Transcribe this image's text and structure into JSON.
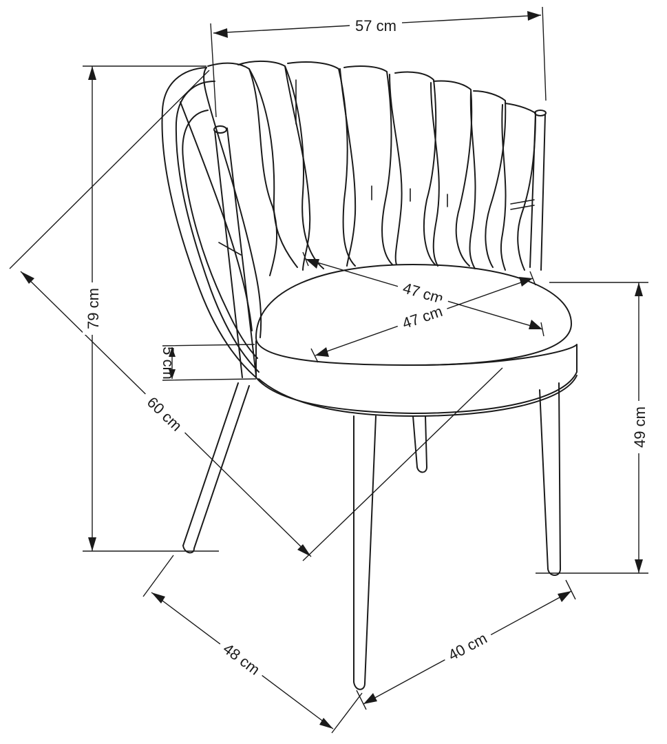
{
  "dimensions": {
    "width": "57 cm",
    "height": "79 cm",
    "diagonal": "60 cm",
    "seat_width": "47 cm",
    "seat_depth": "47 cm",
    "seat_thickness": "5 cm",
    "seat_height": "49 cm",
    "leg_depth": "48 cm",
    "leg_width": "40 cm"
  }
}
